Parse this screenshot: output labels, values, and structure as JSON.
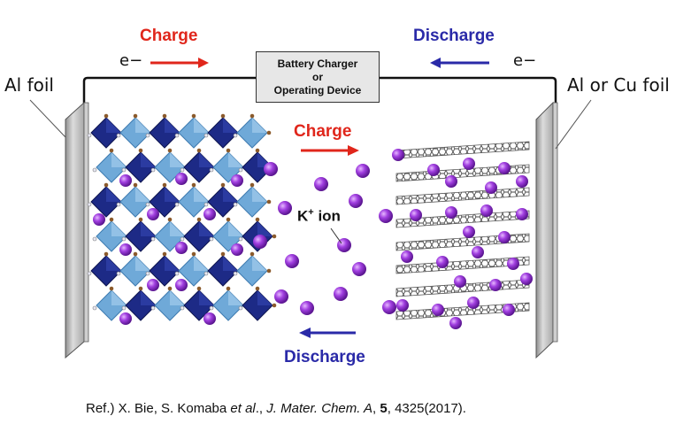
{
  "labels": {
    "charge_top": "Charge",
    "discharge_top": "Discharge",
    "electron_left": "e−",
    "electron_right": "e−",
    "charger_line1": "Battery Charger",
    "charger_line2": "or",
    "charger_line3": "Operating Device",
    "left_foil": "Al foil",
    "right_foil": "Al or Cu foil",
    "charge_mid": "Charge",
    "discharge_bottom": "Discharge",
    "ion_label": "K",
    "ion_sup": "+",
    "ion_word": " ion"
  },
  "reference": {
    "prefix": "Ref.) X. Bie, S. Komaba ",
    "etal": "et al",
    "mid": "., ",
    "journal": "J. Mater. Chem. A",
    "sep": ", ",
    "volume": "5",
    "pages": ", 4325(2017)."
  },
  "colors": {
    "charge": "#e0261b",
    "discharge": "#2a2aa8",
    "ion": "#8a2fc9",
    "octahedron_dark": "#1d2a86",
    "octahedron_light": "#6fa9d8",
    "graphite": "#555555",
    "foil": "#bdbdbd"
  }
}
